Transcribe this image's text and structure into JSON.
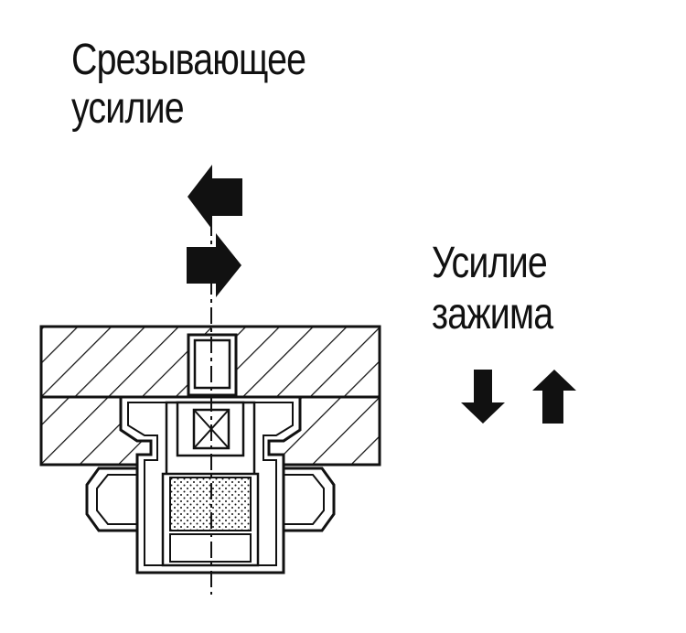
{
  "labels": {
    "shear_force_line1": "Срезывающее",
    "shear_force_line2": "усилие",
    "clamp_force_line1": "Усилие",
    "clamp_force_line2": "зажима"
  },
  "icons": {
    "shear_arrows": [
      "arrow-left-icon",
      "arrow-right-icon"
    ],
    "clamp_arrows": [
      "arrow-down-icon",
      "arrow-up-icon"
    ]
  },
  "colors": {
    "ink": "#111111",
    "background": "#ffffff"
  }
}
